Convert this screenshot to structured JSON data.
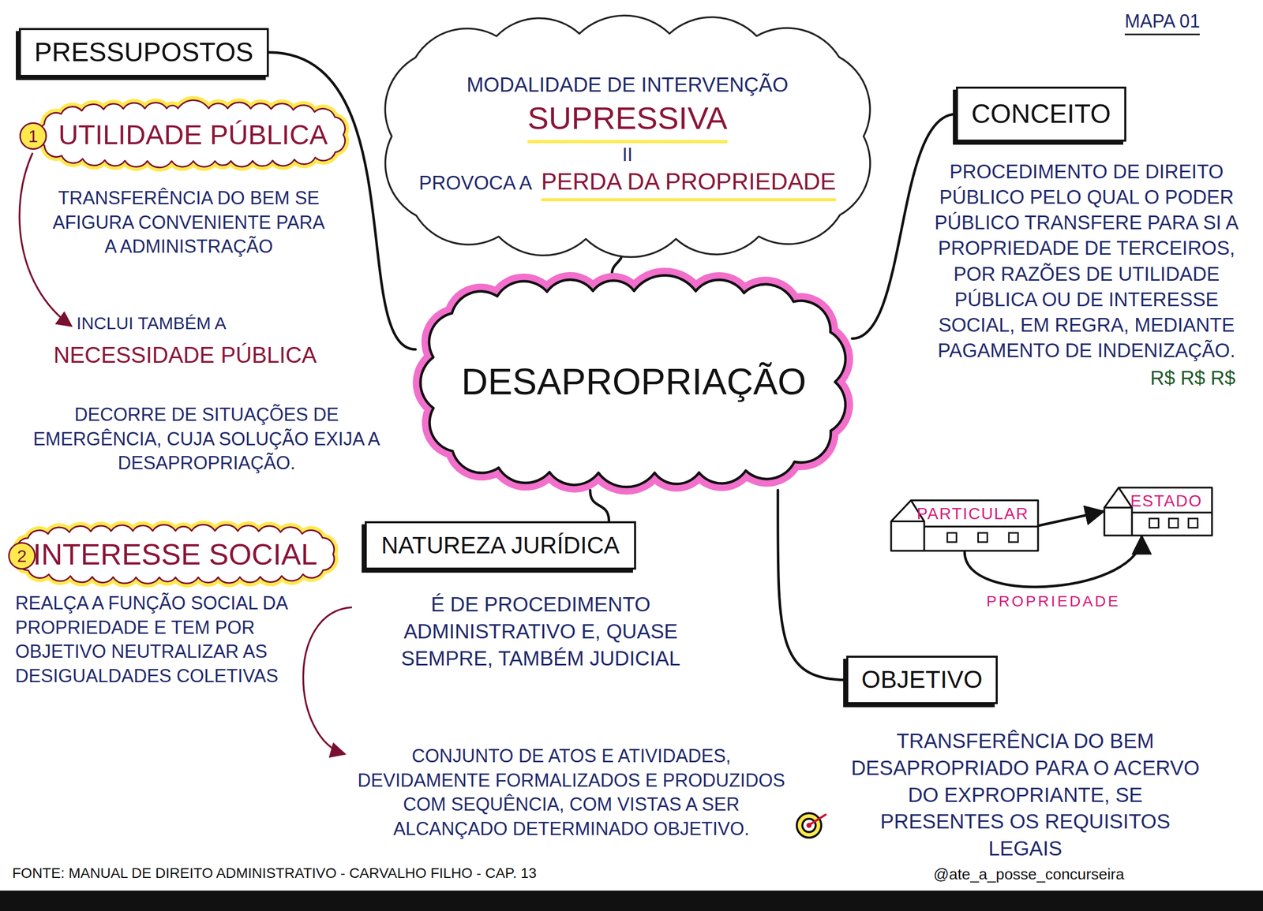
{
  "diagram": {
    "nodes": [
      {
        "text": [
          "DESAPROPRIAÇÃO"
        ]
      },
      {
        "text": [
          "MODALIDADE DE INTERVENÇÃO",
          "SUPRESSIVA",
          "II",
          "PROVOCA A",
          "PERDA DA PROPRIEDADE"
        ]
      },
      {
        "text": [
          "PRESSUPOSTOS"
        ]
      },
      {
        "text": [
          "UTILIDADE PÚBLICA"
        ]
      },
      {
        "text": [
          "INTERESSE SOCIAL"
        ]
      },
      {
        "text": [
          "CONCEITO"
        ]
      },
      {
        "text": [
          "NATUREZA JURÍDICA"
        ]
      },
      {
        "text": [
          "OBJETIVO"
        ]
      },
      {
        "text": [
          "PARTICULAR"
        ]
      },
      {
        "text": [
          "ESTADO"
        ]
      }
    ],
    "edges": [
      {
        "from": 0,
        "to": 1,
        "arrow": "none"
      },
      {
        "from": 0,
        "to": 2,
        "arrow": "none"
      },
      {
        "from": 0,
        "to": 5,
        "arrow": "none"
      },
      {
        "from": 0,
        "to": 6,
        "arrow": "none"
      },
      {
        "from": 0,
        "to": 7,
        "arrow": "none"
      },
      {
        "from": 8,
        "to": 9,
        "arrow": "to"
      },
      {
        "from": 8,
        "to": 9,
        "label": "PROPRIEDADE",
        "arrow": "to"
      }
    ],
    "labels": [
      "MAPA 01",
      "1",
      "TRANSFERÊNCIA DO BEM SE AFIGURA CONVENIENTE PARA A ADMINISTRAÇÃO",
      "INCLUI TAMBÉM A",
      "NECESSIDADE PÚBLICA",
      "DECORRE DE SITUAÇÕES DE EMERGÊNCIA, CUJA SOLUÇÃO EXIJA A DESAPROPRIAÇÃO.",
      "2",
      "REALÇA A FUNÇÃO SOCIAL DA PROPRIEDADE E TEM POR OBJETIVO NEUTRALIZAR AS DESIGUALDADES COLETIVAS",
      "PROCEDIMENTO DE DIREITO PÚBLICO PELO QUAL O PODER PÚBLICO TRANSFERE PARA SI A PROPRIEDADE DE TERCEIROS, POR RAZÕES DE UTILIDADE PÚBLICA OU DE INTERESSE SOCIAL, EM REGRA, MEDIANTE PAGAMENTO DE INDENIZAÇÃO.",
      "R$ R$ R$",
      "É DE PROCEDIMENTO ADMINISTRATIVO E, QUASE SEMPRE, TAMBÉM JUDICIAL",
      "CONJUNTO DE ATOS E ATIVIDADES, DEVIDAMENTE FORMALIZADOS E PRODUZIDOS COM SEQUÊNCIA, COM VISTAS A SER ALCANÇADO DETERMINADO OBJETIVO.",
      "TRANSFERÊNCIA DO BEM DESAPROPRIADO PARA O ACERVO DO EXPROPRIANTE, SE PRESENTES OS REQUISITOS LEGAIS",
      "FONTE: MANUAL DE DIREITO ADMINISTRATIVO - CARVALHO FILHO - CAP. 13",
      "@ate_a_posse_concurseira"
    ]
  }
}
